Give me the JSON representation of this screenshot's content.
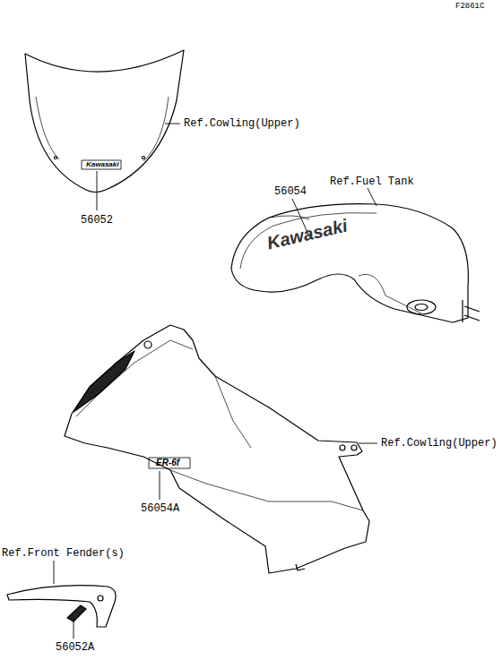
{
  "diagram": {
    "labels": [
      "F2861C",
      "Ref.Cowling(Upper)",
      "Kawasaki",
      "56052",
      "Ref.Fuel Tank",
      "56054",
      "Kawasaki",
      "ER-6f",
      "Ref.Cowling(Upper)",
      "56054A",
      "Ref.Front Fender(s)",
      "56052A"
    ]
  }
}
